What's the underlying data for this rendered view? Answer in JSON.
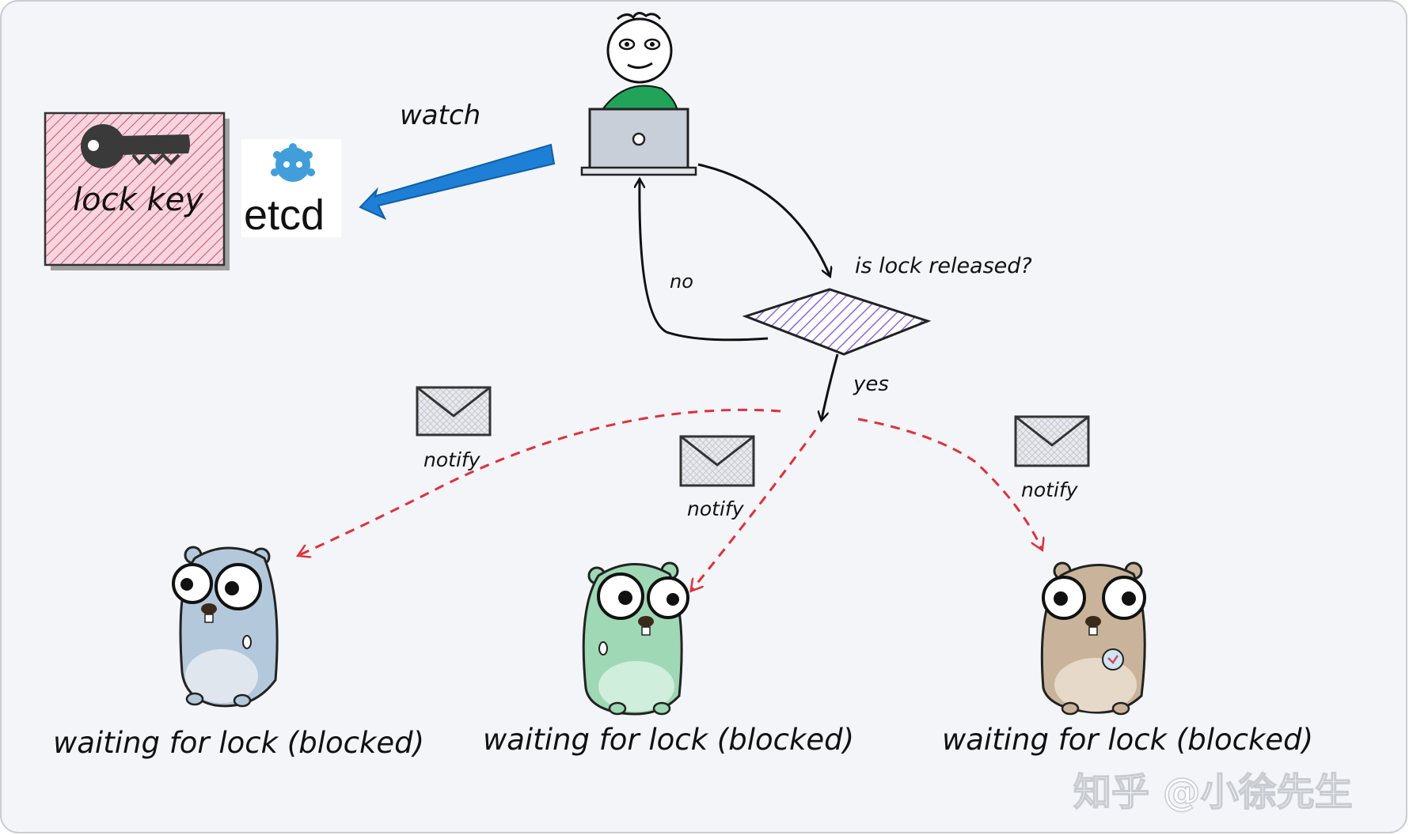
{
  "lock_box": {
    "label": "lock key"
  },
  "etcd": {
    "label": "etcd"
  },
  "watch_label": "watch",
  "decision": {
    "question": "is lock released?",
    "yes": "yes",
    "no": "no"
  },
  "notifications": [
    {
      "label": "notify"
    },
    {
      "label": "notify"
    },
    {
      "label": "notify"
    }
  ],
  "gophers": [
    {
      "caption": "waiting for lock (blocked)",
      "color": "#b4c8dc"
    },
    {
      "caption": "waiting for lock (blocked)",
      "color": "#9fd8b4"
    },
    {
      "caption": "waiting for lock (blocked)",
      "color": "#c9b39a"
    }
  ],
  "watermark": "知乎 @小徐先生",
  "colors": {
    "background": "#f3f5f8",
    "watch_arrow": "#1e7fd6",
    "notify_arrow": "#e0303a",
    "lock_fill": "#e9a7b8",
    "diamond_fill": "#b59cf0",
    "person_shirt": "#21a35a"
  }
}
